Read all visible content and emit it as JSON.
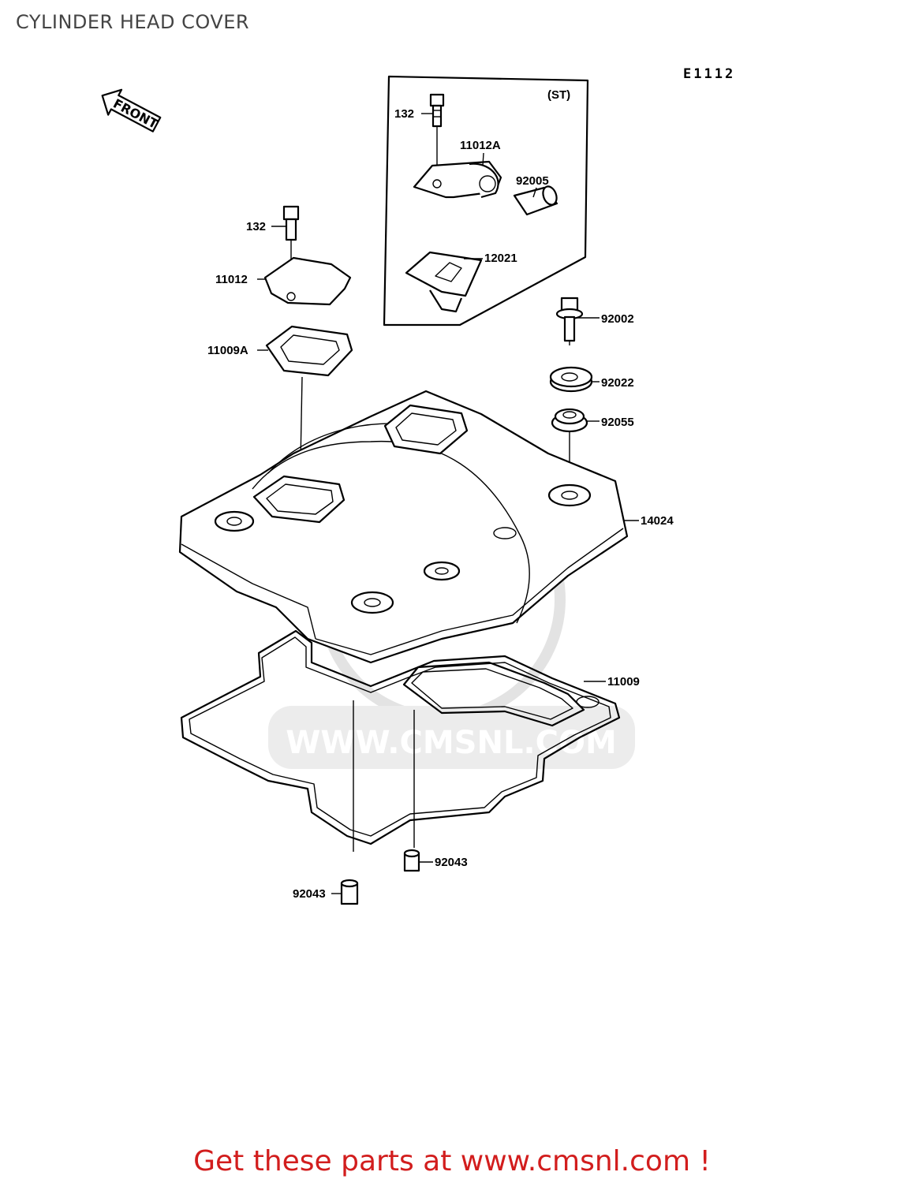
{
  "title": "CYLINDER HEAD COVER",
  "diagram_code": "E1112",
  "front_label": "FRONT",
  "st_label": "(ST)",
  "watermark_text": "WWW.CMSNL.COM",
  "parts": {
    "p132_st": "132",
    "p11012A": "11012A",
    "p92005": "92005",
    "p12021": "12021",
    "p132": "132",
    "p11012": "11012",
    "p11009A": "11009A",
    "p92002": "92002",
    "p92022": "92022",
    "p92055": "92055",
    "p14024": "14024",
    "p11009": "11009",
    "p92043_a": "92043",
    "p92043_b": "92043"
  },
  "footer": "Get these parts at www.cmsnl.com !",
  "colors": {
    "footer": "#d21d1d",
    "title": "#444444",
    "watermark": "#e3e3e3"
  }
}
